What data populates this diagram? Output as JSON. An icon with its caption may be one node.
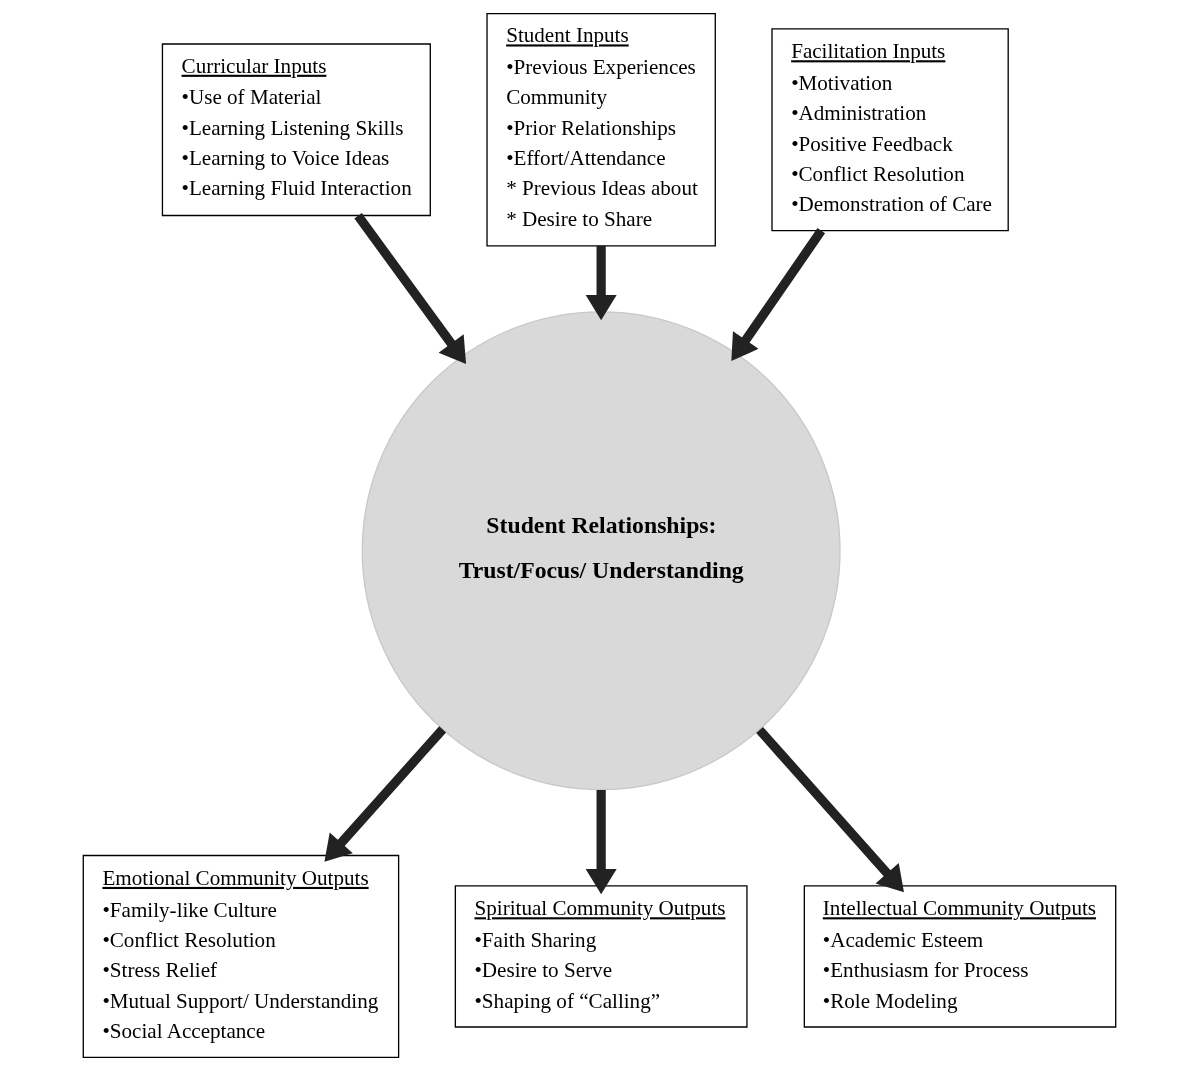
{
  "diagram": {
    "nodes": [
      {
        "text": [
          "Student Inputs",
          "•Previous Experiences",
          "Community",
          "•Prior Relationships",
          "•Effort/Attendance",
          "* Previous Ideas about",
          "* Desire to Share"
        ]
      },
      {
        "text": [
          "Curricular Inputs",
          "•Use of Material",
          "•Learning Listening Skills",
          "•Learning to Voice Ideas",
          "•Learning Fluid Interaction"
        ]
      },
      {
        "text": [
          "Facilitation Inputs",
          "•Motivation",
          "•Administration",
          "•Positive Feedback",
          "•Conflict Resolution",
          "•Demonstration of Care"
        ]
      },
      {
        "text": [
          "Student Relationships:",
          "Trust/Focus/ Understanding"
        ]
      },
      {
        "text": [
          "Emotional Community Outputs",
          "•Family-like Culture",
          "•Conflict Resolution",
          "•Stress Relief",
          "•Mutual Support/ Understanding",
          "•Social Acceptance"
        ]
      },
      {
        "text": [
          "Spiritual Community Outputs",
          "•Faith Sharing",
          "•Desire to Serve",
          "•Shaping of “Calling”"
        ]
      },
      {
        "text": [
          "Intellectual Community Outputs",
          "•Academic Esteem",
          "•Enthusiasm for Process",
          "•Role Modeling"
        ]
      }
    ],
    "edges": [
      {
        "from": 0,
        "to": 3,
        "arrow": "to"
      },
      {
        "from": 1,
        "to": 3,
        "arrow": "to"
      },
      {
        "from": 2,
        "to": 3,
        "arrow": "to"
      },
      {
        "from": 3,
        "to": 4,
        "arrow": "to"
      },
      {
        "from": 3,
        "to": 5,
        "arrow": "to"
      },
      {
        "from": 3,
        "to": 6,
        "arrow": "to"
      }
    ]
  }
}
